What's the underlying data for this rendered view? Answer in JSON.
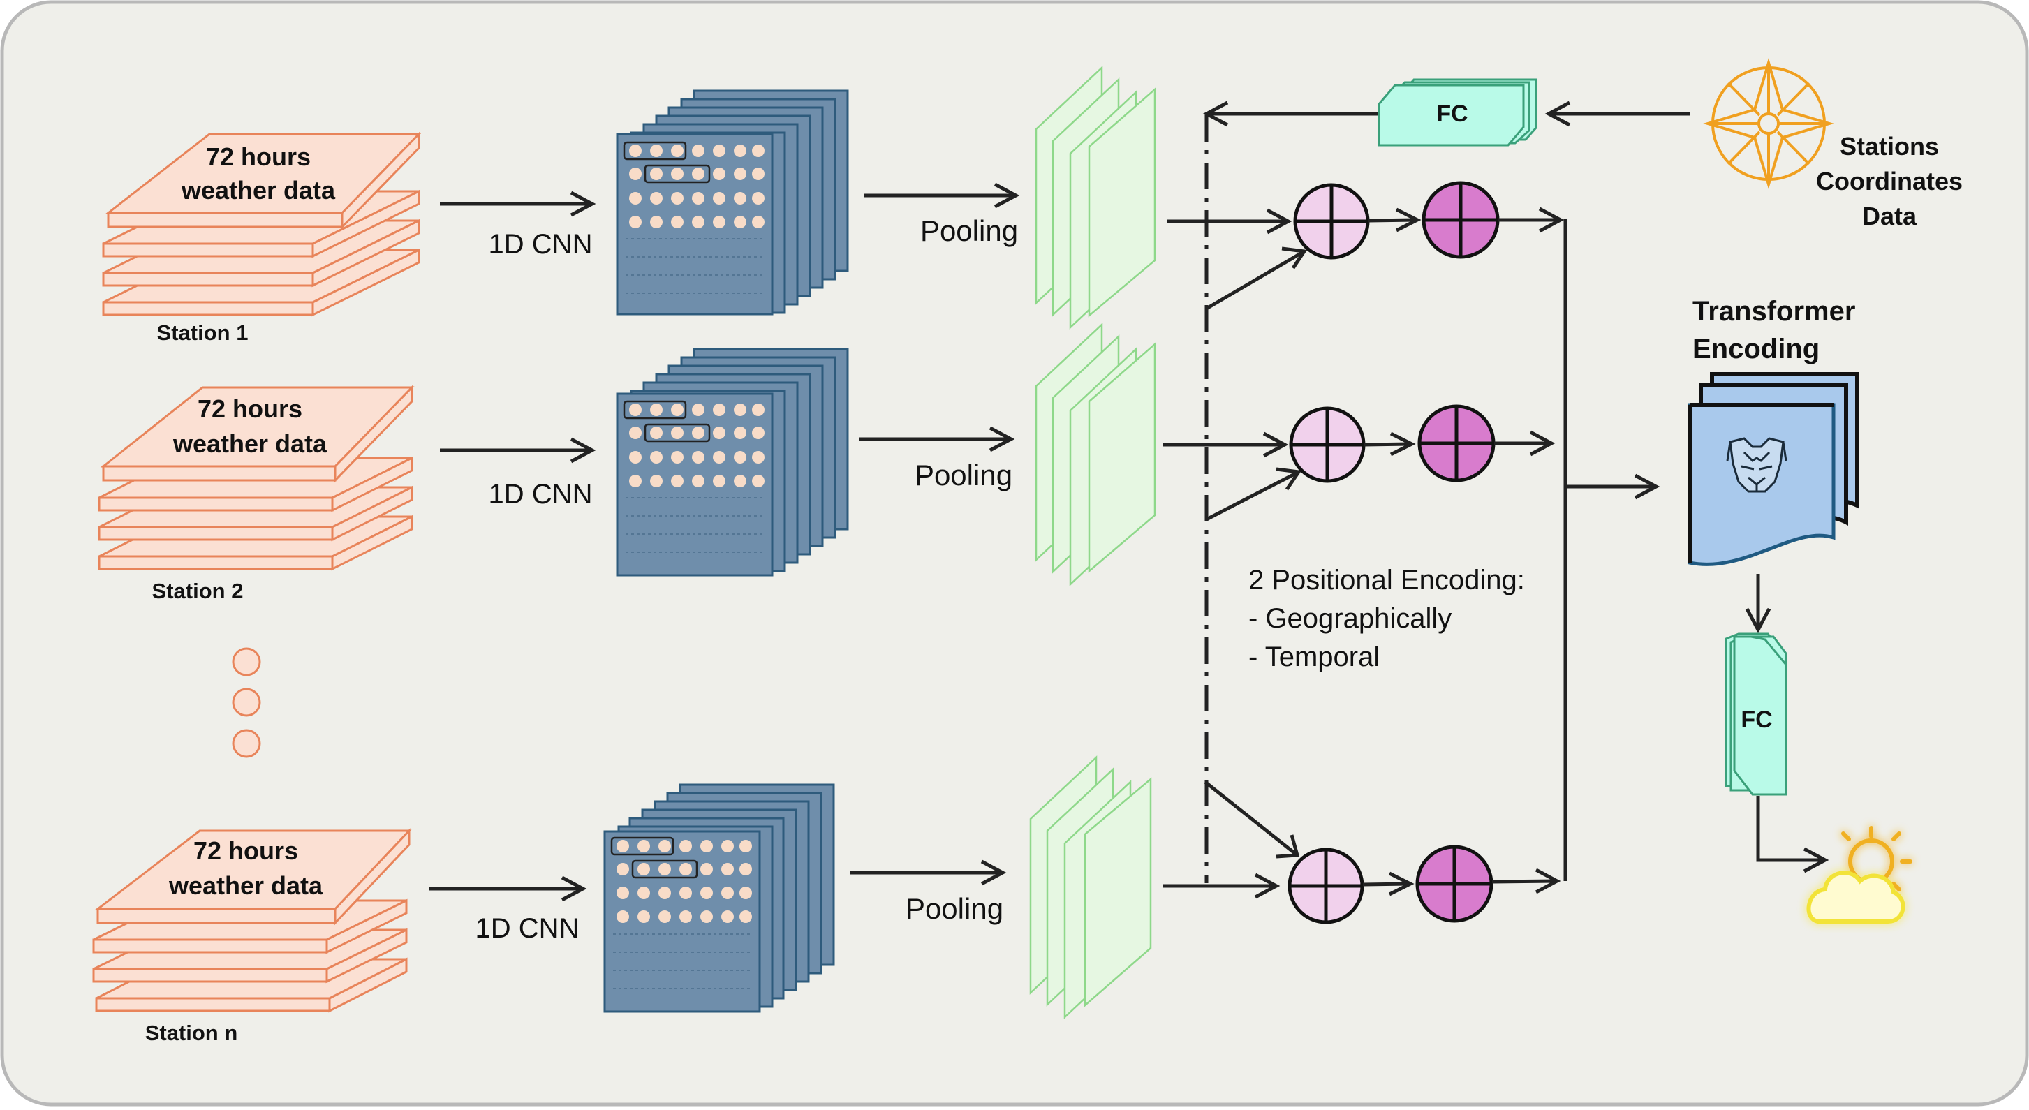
{
  "stations": [
    {
      "data_label_line1": "72 hours",
      "data_label_line2": "weather data",
      "name": "Station 1",
      "cnn_label": "1D CNN",
      "pool_label": "Pooling"
    },
    {
      "data_label_line1": "72 hours",
      "data_label_line2": "weather data",
      "name": "Station 2",
      "cnn_label": "1D CNN",
      "pool_label": "Pooling"
    },
    {
      "data_label_line1": "72 hours",
      "data_label_line2": "weather data",
      "name": "Station n",
      "cnn_label": "1D CNN",
      "pool_label": "Pooling"
    }
  ],
  "fc_top": {
    "label": "FC"
  },
  "fc_bottom": {
    "label": "FC"
  },
  "coords": {
    "line1": "Stations",
    "line2": "Coordinates",
    "line3": "Data"
  },
  "transformer": {
    "line1": "Transformer",
    "line2": "Encoding"
  },
  "positional": {
    "line1": "2 Positional Encoding:",
    "line2": "- Geographically",
    "line3": "- Temporal"
  },
  "icons": {
    "compass": "compass-icon",
    "transformer": "transformer-logo-icon",
    "weather": "partly-sunny-icon"
  },
  "colors": {
    "background": "#efefea",
    "border": "#b8b8b8",
    "data_fill": "#fbe0d3",
    "data_stroke": "#e8845a",
    "cnn_fill": "#6f8eab",
    "cnn_stroke": "#2e5b7c",
    "pool_fill": "#e6f7e2",
    "pool_stroke": "#8ed88a",
    "fc_fill": "#b9fae8",
    "fc_stroke": "#3aa07a",
    "plus_light": "#f1d1ec",
    "plus_dark": "#d87ccd",
    "transformer_fill": "#a9c9ec",
    "transformer_stroke": "#1f5a82",
    "compass": "#f0a020",
    "weather_glow": "#f5e640"
  }
}
